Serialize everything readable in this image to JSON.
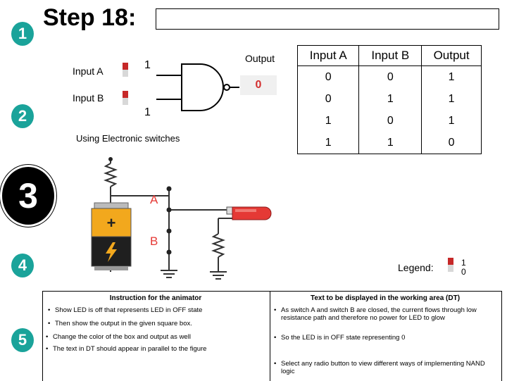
{
  "step_title": "Step 18:",
  "step_answer": "",
  "markers": [
    "1",
    "2",
    "3",
    "4",
    "5"
  ],
  "gate": {
    "input_a_label": "Input A",
    "input_b_label": "Input B",
    "input_a_value": "1",
    "input_b_value": "1",
    "output_label": "Output",
    "output_value": "0",
    "caption": "Using Electronic switches"
  },
  "truth_table": {
    "headers": [
      "Input A",
      "Input B",
      "Output"
    ],
    "rows": [
      [
        "0",
        "0",
        "1"
      ],
      [
        "0",
        "1",
        "1"
      ],
      [
        "1",
        "0",
        "1"
      ],
      [
        "1",
        "1",
        "0"
      ]
    ]
  },
  "circuit": {
    "label_a": "A",
    "label_b": "B"
  },
  "legend": {
    "label": "Legend:",
    "on": "1",
    "off": "0"
  },
  "instructions": {
    "heading": "Instruction for the animator",
    "items": [
      "Show LED is off that represents LED in OFF state",
      "Then show the output in the given square box.",
      "Change the color of the box and output as well",
      "The text in DT should appear  in parallel to the figure"
    ]
  },
  "display_text": {
    "heading": "Text to be displayed in the working area (DT)",
    "items": [
      "As switch A and switch B are closed, the current flows through low resistance path and therefore no power for LED to glow",
      "So the LED is in OFF state representing 0",
      "Select any radio button to view different ways of implementing NAND logic"
    ]
  },
  "colors": {
    "marker": "#1aa39a",
    "switch_on": "#c62828",
    "output_box": "#f0f0f0",
    "output_text": "#d32f2f",
    "led": "#e53935"
  }
}
